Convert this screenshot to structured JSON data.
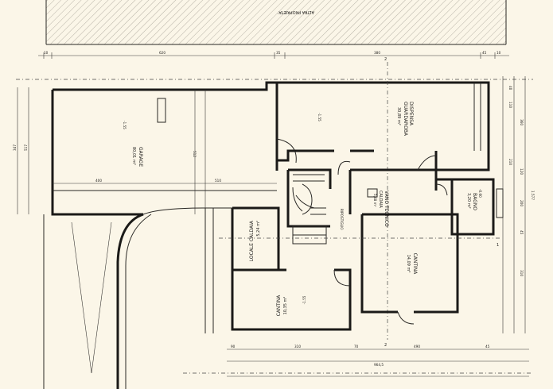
{
  "header": {
    "neighbor_label": "ALTRA PROPRIETA'"
  },
  "rooms": {
    "garage": {
      "name": "GARAGE",
      "area": "80,01 m²",
      "level": "-1.55"
    },
    "dispensa": {
      "name": "DISPENSA",
      "name2": "GUARDAROBA",
      "area": "30,89 m²",
      "level": "-1.55"
    },
    "vano_tecnico": {
      "name": "VANO TECNICO",
      "name2": "CALDAIA",
      "area": "5,48 m²"
    },
    "bagno": {
      "name": "BAGNO",
      "area": "3,20 m²",
      "level": "-0.60"
    },
    "locale_caldaia": {
      "name": "LOCALE CALDAIA",
      "area": "5,24 m²"
    },
    "cantina_left": {
      "name": "CANTINA",
      "area": "10,35 m²",
      "level": "-1.55"
    },
    "cantina_right": {
      "name": "CANTINA",
      "area": "14,09 m²"
    },
    "ripostiglio": {
      "name": "RIPOSTIGLIO"
    }
  },
  "sections": {
    "top": "2",
    "bottom": "2",
    "right": "1"
  },
  "dimensions": {
    "top_row": [
      "10",
      "620",
      "35",
      "380",
      "45",
      "10"
    ],
    "bottom_total": "964,5",
    "left_stack": [
      "347",
      "517"
    ],
    "garage_widths": [
      "400",
      "510",
      "512"
    ],
    "bottom_row": [
      "90",
      "310",
      "70",
      "490",
      "45"
    ],
    "right_stack": [
      "40",
      "110",
      "360",
      "210",
      "120",
      "200",
      "45",
      "310",
      "1.577"
    ]
  }
}
